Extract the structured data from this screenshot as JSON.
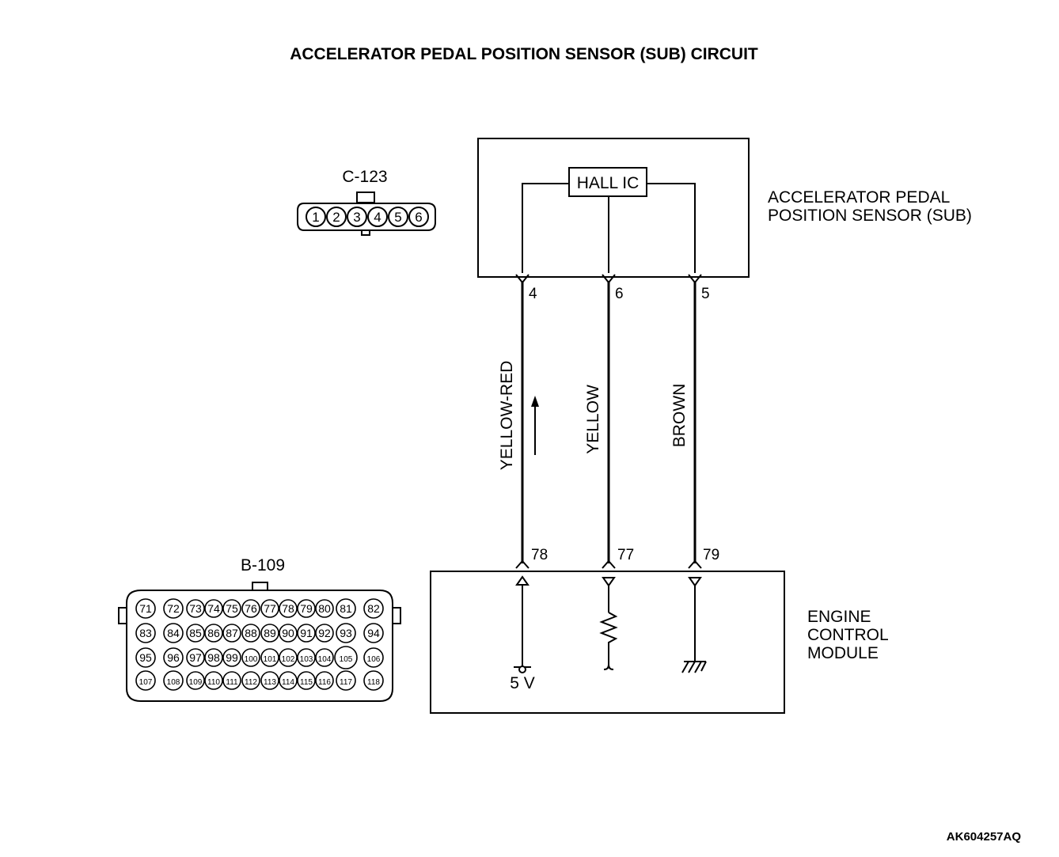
{
  "title": "ACCELERATOR PEDAL POSITION SENSOR (SUB) CIRCUIT",
  "figure_code": "AK604257AQ",
  "sensor": {
    "label_line1": "ACCELERATOR PEDAL",
    "label_line2": "POSITION SENSOR (SUB)",
    "hall_ic": "HALL IC",
    "pins": [
      "4",
      "6",
      "5"
    ]
  },
  "ecm": {
    "label_line1": "ENGINE",
    "label_line2": "CONTROL",
    "label_line3": "MODULE",
    "pins": [
      "78",
      "77",
      "79"
    ],
    "supply": "5 V"
  },
  "wires": [
    "YELLOW-RED",
    "YELLOW",
    "BROWN"
  ],
  "connector_c": {
    "name": "C-123",
    "pins": [
      "1",
      "2",
      "3",
      "4",
      "5",
      "6"
    ]
  },
  "connector_b": {
    "name": "B-109",
    "rows": [
      [
        "71",
        "72",
        "73",
        "74",
        "75",
        "76",
        "77",
        "78",
        "79",
        "80",
        "81",
        "82"
      ],
      [
        "83",
        "84",
        "85",
        "86",
        "87",
        "88",
        "89",
        "90",
        "91",
        "92",
        "93",
        "94"
      ],
      [
        "95",
        "96",
        "97",
        "98",
        "99",
        "100",
        "101",
        "102",
        "103",
        "104",
        "105",
        "106"
      ],
      [
        "107",
        "108",
        "109",
        "110",
        "111",
        "112",
        "113",
        "114",
        "115",
        "116",
        "117",
        "118"
      ]
    ]
  }
}
